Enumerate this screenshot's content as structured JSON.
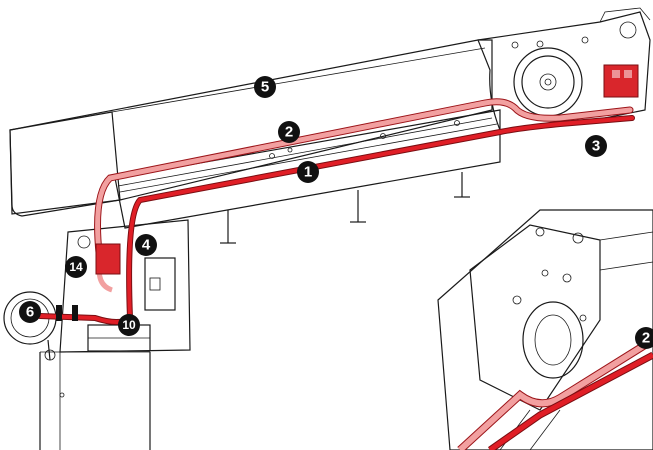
{
  "callouts": [
    {
      "label": "1"
    },
    {
      "label": "2"
    },
    {
      "label": "3"
    },
    {
      "label": "4"
    },
    {
      "label": "5"
    },
    {
      "label": "6"
    },
    {
      "label": "10"
    },
    {
      "label": "14"
    },
    {
      "label": "2"
    }
  ],
  "colors": {
    "cable_1": "#e01e26",
    "cable_2": "#f2a0a0",
    "cable_outline": "#9c1419",
    "callout_fill": "#111111",
    "outline": "#1a1a1a",
    "connector": "#d9262c"
  }
}
